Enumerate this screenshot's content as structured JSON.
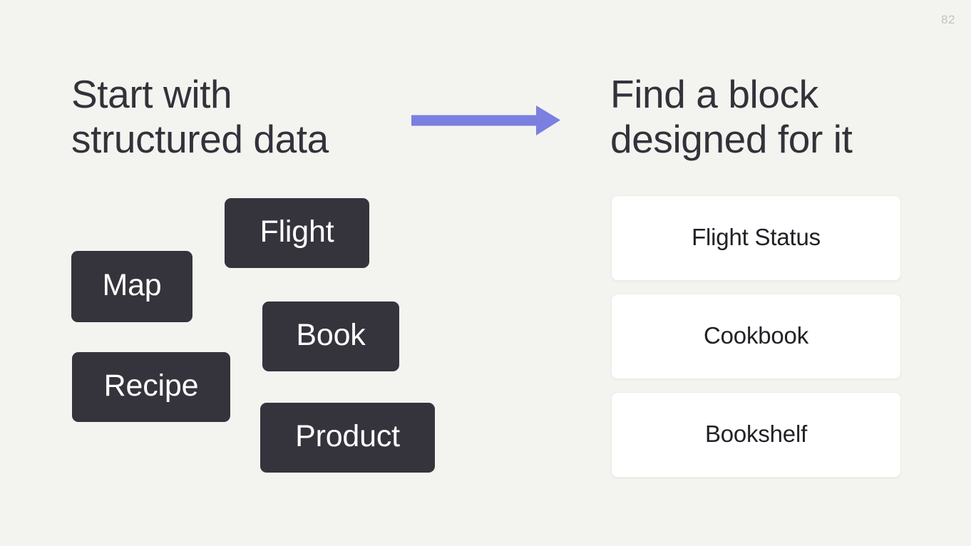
{
  "slide": {
    "page_number": "82",
    "background_color": "#f3f4ef"
  },
  "left_panel": {
    "heading": "Start with\nstructured data",
    "heading_color": "#33323b",
    "chips": [
      {
        "label": "Flight",
        "name": "chip-flight"
      },
      {
        "label": "Map",
        "name": "chip-map"
      },
      {
        "label": "Book",
        "name": "chip-book"
      },
      {
        "label": "Recipe",
        "name": "chip-recipe"
      },
      {
        "label": "Product",
        "name": "chip-product"
      }
    ],
    "chip_background_color": "#35343d",
    "chip_text_color": "#ffffff"
  },
  "arrow": {
    "name": "arrow-right-icon",
    "color": "#7b7fe0",
    "direction": "right"
  },
  "right_panel": {
    "heading": "Find a block\ndesigned for it",
    "cards": [
      {
        "label": "Flight Status"
      },
      {
        "label": "Cookbook"
      },
      {
        "label": "Bookshelf"
      }
    ],
    "card_background_color": "#ffffff",
    "card_text_color": "#222127"
  }
}
